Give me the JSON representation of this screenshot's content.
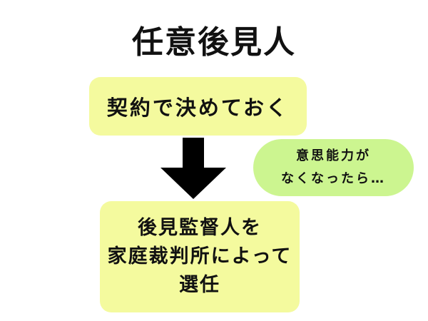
{
  "title": "任意後見人",
  "box_top": {
    "text": "契約で決めておく"
  },
  "bubble": {
    "lines": [
      "意思能力が",
      "なくなったら…"
    ]
  },
  "box_bottom": {
    "lines": [
      "後見監督人を",
      "家庭裁判所によって",
      "選任"
    ]
  },
  "colors": {
    "box_fill": "#f4fa9e",
    "bubble_fill": "#ccf590",
    "arrow": "#000000"
  },
  "icons": {
    "arrow": "down-arrow-icon"
  }
}
